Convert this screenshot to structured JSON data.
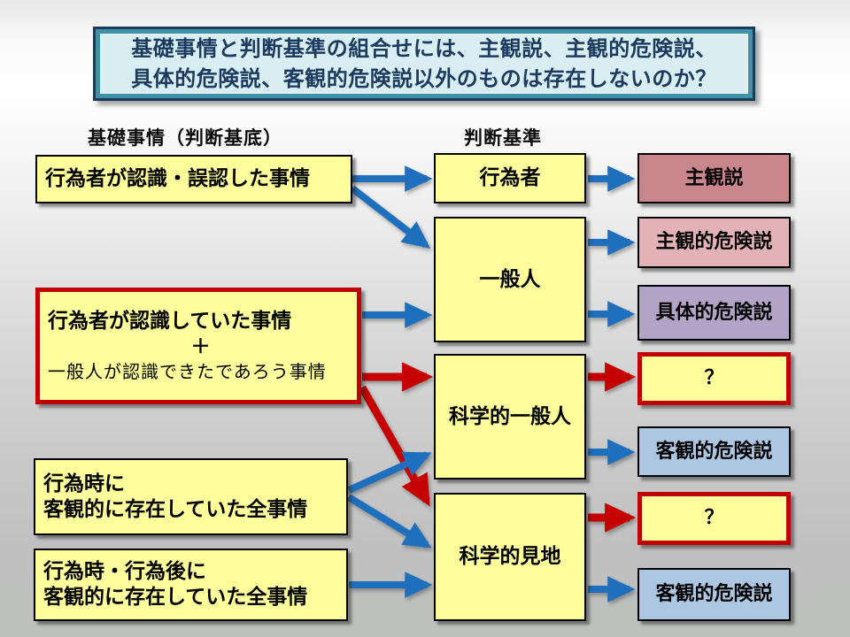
{
  "title": {
    "text": "基礎事情と判断基準の組合せには、主観説、主観的危険説、\n具体的危険説、客観的危険説以外のものは存在しないのか？"
  },
  "column_headers": {
    "basis": "基礎事情（判断基底）",
    "standard": "判断基準"
  },
  "basis_boxes": [
    {
      "label": "行為者が認識・誤認した事情"
    },
    {
      "line1": "行為者が認識していた事情",
      "plus": "＋",
      "line3": "一般人が認識できたであろう事情",
      "highlighted": true
    },
    {
      "label": "行為時に\n客観的に存在していた全事情"
    },
    {
      "label": "行為時・行為後に\n客観的に存在していた全事情"
    }
  ],
  "standard_boxes": [
    {
      "label": "行為者"
    },
    {
      "label": "一般人"
    },
    {
      "label": "科学的一般人"
    },
    {
      "label": "科学的見地"
    }
  ],
  "theory_boxes": [
    {
      "label": "主観説",
      "fill": "#c9868c"
    },
    {
      "label": "主観的危険説",
      "fill": "#e3b2b6"
    },
    {
      "label": "具体的危険説",
      "fill": "#b2a4c6"
    },
    {
      "label": "？",
      "fill": "#ffff9c",
      "highlighted": true
    },
    {
      "label": "客観的危険説",
      "fill": "#adc6e1"
    },
    {
      "label": "？",
      "fill": "#ffff9c",
      "highlighted": true
    },
    {
      "label": "客観的危険説",
      "fill": "#adc6e1"
    }
  ],
  "colors": {
    "arrow_blue": "#1e6fbe",
    "arrow_red": "#c40000",
    "highlight_border": "#c00000",
    "box_yellow": "#ffff9c",
    "title_bg": "#d9eef3",
    "title_border_teal": "#3d92a6",
    "title_border_navy": "#1b3a5e",
    "title_text": "#1b3a5e"
  },
  "edges": [
    {
      "name": "recognized-to-actor",
      "color": "blue",
      "width": 8,
      "pts": [
        398,
        202,
        482,
        202
      ]
    },
    {
      "name": "recognized-to-general",
      "color": "blue",
      "width": 8,
      "pts": [
        398,
        213,
        481,
        277
      ]
    },
    {
      "name": "recognized-plus-to-general",
      "color": "blue",
      "width": 8,
      "pts": [
        409,
        356,
        482,
        356
      ]
    },
    {
      "name": "recognized-plus-to-sci-general",
      "color": "red",
      "width": 9,
      "pts": [
        409,
        426,
        482,
        426
      ]
    },
    {
      "name": "recognized-plus-to-sci-stand",
      "color": "red",
      "width": 9,
      "pts": [
        409,
        438,
        482,
        566
      ]
    },
    {
      "name": "objective-at-act-to-sci-general",
      "color": "blue",
      "width": 8,
      "pts": [
        394,
        554,
        482,
        514
      ]
    },
    {
      "name": "objective-at-act-to-sci-stand",
      "color": "blue",
      "width": 8,
      "pts": [
        394,
        562,
        482,
        616
      ]
    },
    {
      "name": "objective-after-to-sci-stand",
      "color": "blue",
      "width": 8,
      "pts": [
        394,
        661,
        482,
        661
      ]
    },
    {
      "name": "actor-to-subjective",
      "color": "blue",
      "width": 8,
      "pts": [
        664,
        202,
        711,
        202
      ]
    },
    {
      "name": "general-to-subjective-danger",
      "color": "blue",
      "width": 8,
      "pts": [
        664,
        274,
        711,
        274
      ]
    },
    {
      "name": "general-to-concrete-danger",
      "color": "blue",
      "width": 8,
      "pts": [
        664,
        355,
        711,
        355
      ]
    },
    {
      "name": "sci-general-to-question-1",
      "color": "red",
      "width": 9,
      "pts": [
        664,
        426,
        711,
        426
      ]
    },
    {
      "name": "sci-general-to-objective-1",
      "color": "blue",
      "width": 8,
      "pts": [
        664,
        511,
        711,
        511
      ]
    },
    {
      "name": "sci-stand-to-question-2",
      "color": "red",
      "width": 9,
      "pts": [
        664,
        585,
        711,
        585
      ]
    },
    {
      "name": "sci-stand-to-objective-2",
      "color": "blue",
      "width": 8,
      "pts": [
        664,
        666,
        711,
        666
      ]
    }
  ]
}
